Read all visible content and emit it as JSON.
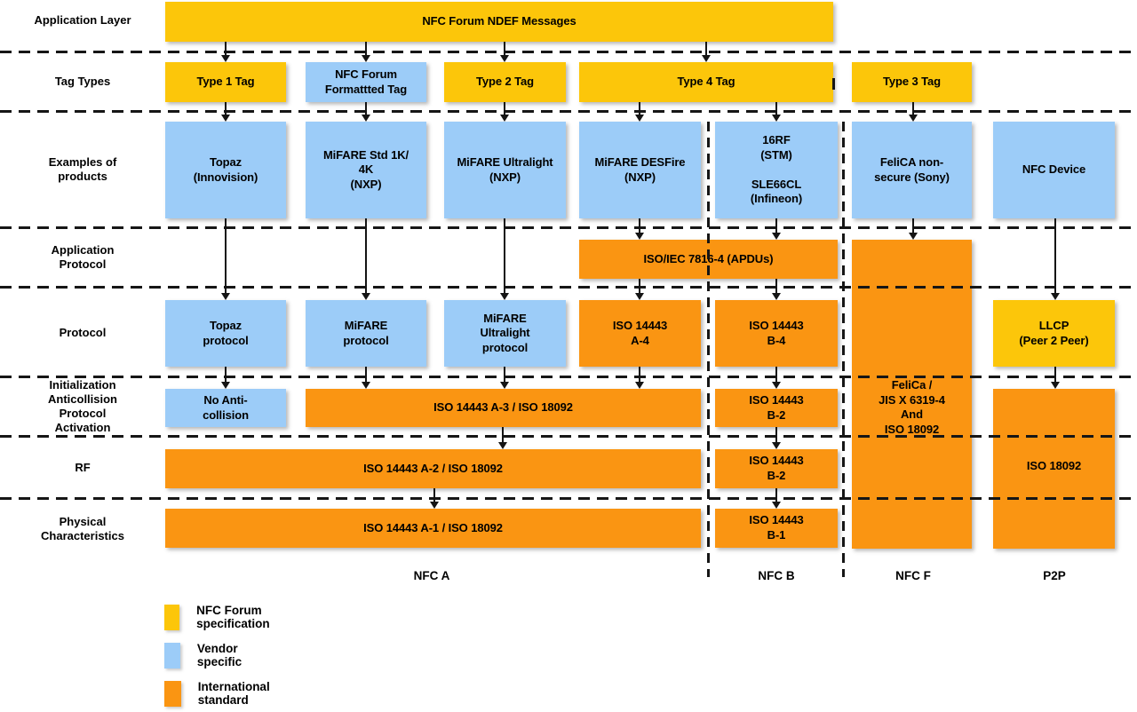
{
  "row_labels": [
    "Application Layer",
    "Tag Types",
    "Examples of\nproducts",
    "Application\nProtocol",
    "Protocol",
    "Initialization\nAnticollision\nProtocol\nActivation",
    "RF",
    "Physical\nCharacteristics"
  ],
  "boxes": {
    "ndef": "NFC Forum NDEF Messages",
    "type1": "Type 1 Tag",
    "formatted": "NFC Forum\nFormattted Tag",
    "type2": "Type 2 Tag",
    "type4": "Type 4 Tag",
    "type3": "Type 3 Tag",
    "topaz": "Topaz\n(Innovision)",
    "mifare_std": "MiFARE Std 1K/\n4K\n(NXP)",
    "ultralight": "MiFARE Ultralight\n(NXP)",
    "desfire": "MiFARE DESFire\n(NXP)",
    "rf16": "16RF\n(STM)\n\nSLE66CL\n(Infineon)",
    "felica": "FeliCA non-\nsecure (Sony)",
    "nfc_device": "NFC Device",
    "apdu": "ISO/IEC 7816-4 (APDUs)",
    "topaz_protocol": "Topaz\nprotocol",
    "mifare_protocol": "MiFARE\nprotocol",
    "ultralight_protocol": "MiFARE\nUltralight\nprotocol",
    "iso_a4": "ISO 14443\nA-4",
    "iso_b4": "ISO 14443\nB-4",
    "llcp": "LLCP\n(Peer 2 Peer)",
    "no_anticollision": "No Anti-\ncollision",
    "iso_a3": "ISO 14443 A-3 / ISO 18092",
    "iso_b2_init": "ISO 14443\nB-2",
    "felica_jis": "FeliCa /\nJIS X 6319-4\nAnd\nISO 18092",
    "iso_a2": "ISO 14443 A-2 / ISO 18092",
    "iso_b2_rf": "ISO 14443\nB-2",
    "iso_18092_p2p": "ISO 18092",
    "iso_a1": "ISO 14443 A-1 / ISO 18092",
    "iso_b1": "ISO 14443\nB-1"
  },
  "column_labels": {
    "nfc_a": "NFC A",
    "nfc_b": "NFC B",
    "nfc_f": "NFC F",
    "p2p": "P2P"
  },
  "legend": {
    "items": [
      {
        "label": "NFC Forum specification",
        "color": "#FCC60A"
      },
      {
        "label": "Vendor specific",
        "color": "#9CCCF8"
      },
      {
        "label": "International standard",
        "color": "#FA9512"
      }
    ]
  },
  "colors": {
    "nfc_forum_specification": "#FCC60A",
    "vendor_specific": "#9CCCF8",
    "international_standard": "#FA9512"
  }
}
